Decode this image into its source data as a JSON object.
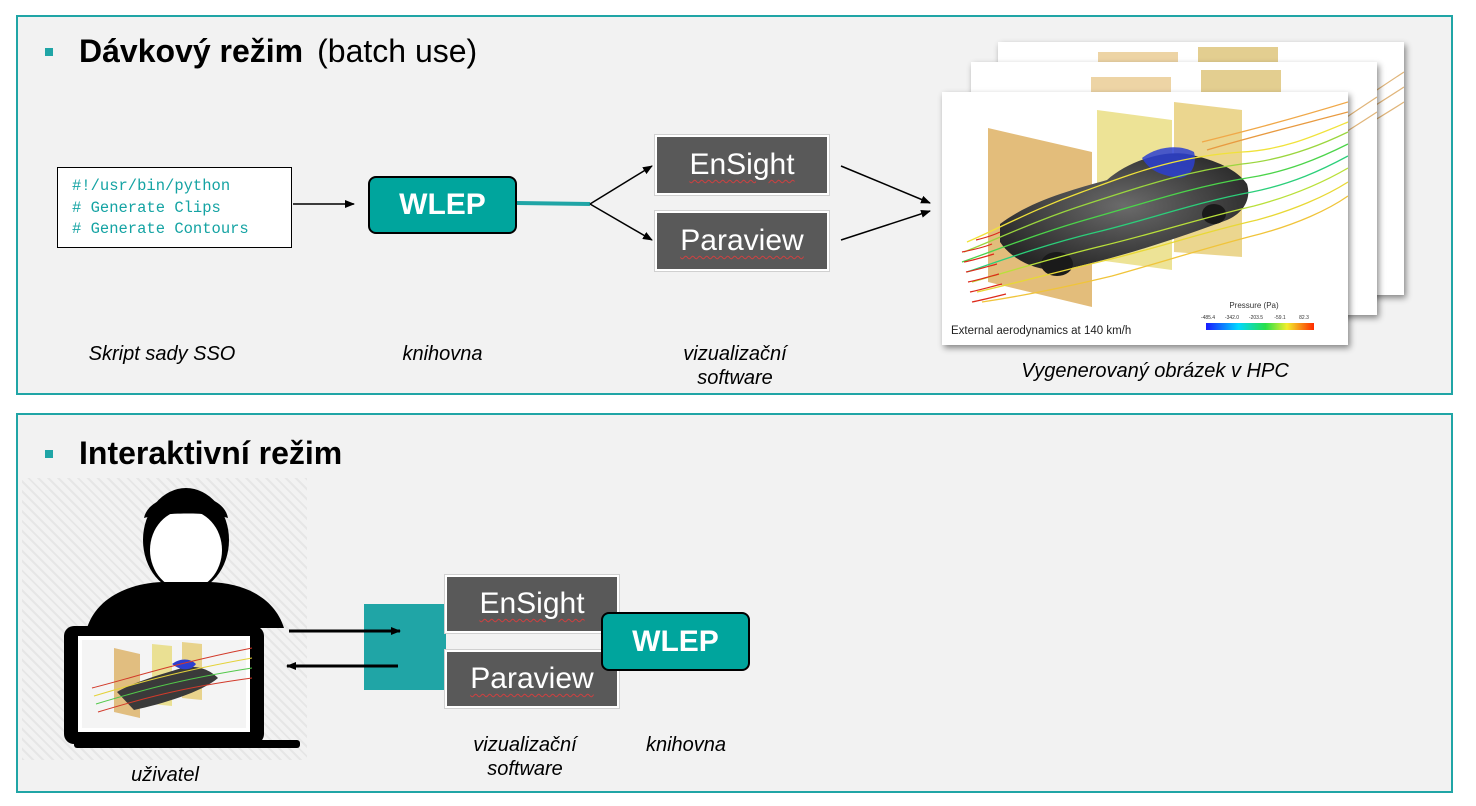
{
  "batch": {
    "title": "Dávkový režim",
    "subtitle": "(batch use)",
    "script_lines": [
      "#!/usr/bin/python",
      "# Generate Clips",
      "# Generate Contours"
    ],
    "script_caption": "Skript sady SSO",
    "wlep_label": "WLEP",
    "library_caption": "knihovna",
    "ensight_label": "EnSight",
    "paraview_label": "Paraview",
    "software_caption_line1": "vizualizační",
    "software_caption_line2": "software",
    "output_caption": "Vygenerovaný obrázek v HPC",
    "render": {
      "caption": "External aerodynamics at 140 km/h",
      "legend_title": "Pressure (Pa)",
      "legend_ticks": [
        "-485.4",
        "-342.0",
        "-203.5",
        "-59.1",
        "82.3"
      ]
    }
  },
  "interactive": {
    "title": "Interaktivní režim",
    "user_caption": "uživatel",
    "ensight_label": "EnSight",
    "paraview_label": "Paraview",
    "wlep_label": "WLEP",
    "software_caption_line1": "vizualizační",
    "software_caption_line2": "software",
    "library_caption": "knihovna"
  },
  "colors": {
    "accent": "#20a5a6",
    "wlep": "#00a59d",
    "software_box": "#595959",
    "panel": "#f2f2f2"
  }
}
